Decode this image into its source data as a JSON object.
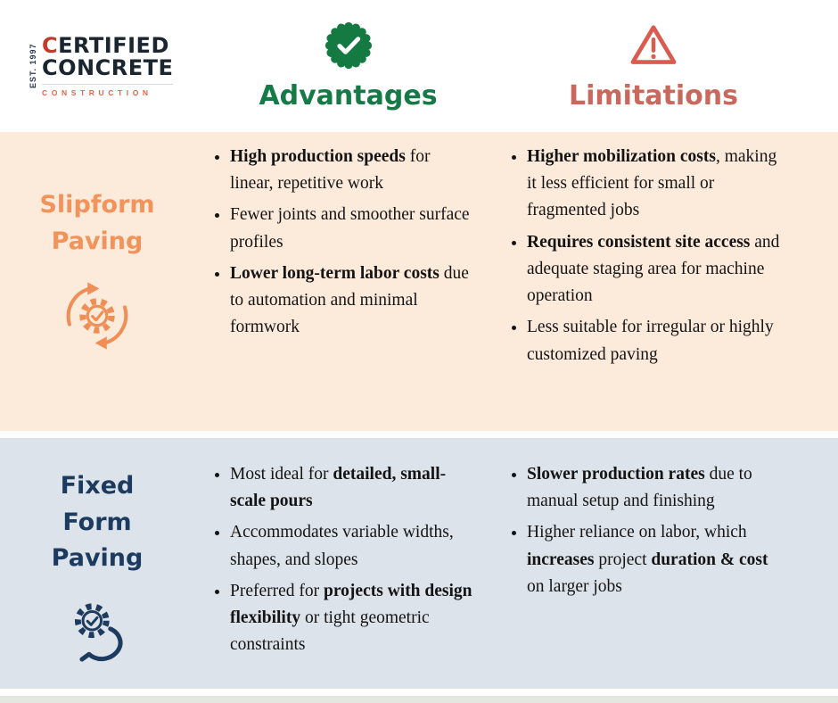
{
  "logo": {
    "est": "EST. 1997",
    "line1_initial": "C",
    "line1_rest": "ERTIFIED",
    "line2_initial": "C",
    "line2_rest": "ONCRETE",
    "line3": "CONSTRUCTION"
  },
  "columns": {
    "advantages": "Advantages",
    "limitations": "Limitations"
  },
  "icons": {
    "advantages": "check-seal-icon",
    "limitations": "warning-triangle-icon",
    "slipform": "automation-cycle-gear-icon",
    "fixedform": "gear-in-hand-icon"
  },
  "colors": {
    "advantages_green": "#157a46",
    "limitations_red": "#c9685c",
    "slipform_orange": "#f2935c",
    "fixedform_navy": "#1d3b5e",
    "row1_bg": "#fceadb",
    "row2_bg": "#dde3ea"
  },
  "rows": [
    {
      "title": "Slipform Paving",
      "advantages": [
        [
          {
            "t": "High production speeds",
            "b": true
          },
          {
            "t": " for linear, repetitive work"
          }
        ],
        [
          {
            "t": "Fewer joints and smoother surface profiles"
          }
        ],
        [
          {
            "t": "Lower long-term labor costs",
            "b": true
          },
          {
            "t": " due to automation and minimal formwork"
          }
        ]
      ],
      "limitations": [
        [
          {
            "t": "Higher mobilization costs",
            "b": true
          },
          {
            "t": ", making it less efficient for small or fragmented jobs"
          }
        ],
        [
          {
            "t": "Requires consistent site access",
            "b": true
          },
          {
            "t": " and adequate staging area for machine operation"
          }
        ],
        [
          {
            "t": "Less suitable for irregular or highly customized paving"
          }
        ]
      ]
    },
    {
      "title": "Fixed Form Paving",
      "advantages": [
        [
          {
            "t": "Most ideal for "
          },
          {
            "t": "detailed, small-scale pours",
            "b": true
          }
        ],
        [
          {
            "t": "Accommodates variable widths, shapes, and slopes"
          }
        ],
        [
          {
            "t": "Preferred for "
          },
          {
            "t": "projects with design flexibility",
            "b": true
          },
          {
            "t": " or tight geometric constraints"
          }
        ]
      ],
      "limitations": [
        [
          {
            "t": "Slower production rates",
            "b": true
          },
          {
            "t": " due to manual setup and finishing"
          }
        ],
        [
          {
            "t": "Higher reliance on labor, which "
          },
          {
            "t": "increases",
            "b": true
          },
          {
            "t": " project "
          },
          {
            "t": "duration & cost",
            "b": true
          },
          {
            "t": " on larger jobs"
          }
        ]
      ]
    }
  ]
}
